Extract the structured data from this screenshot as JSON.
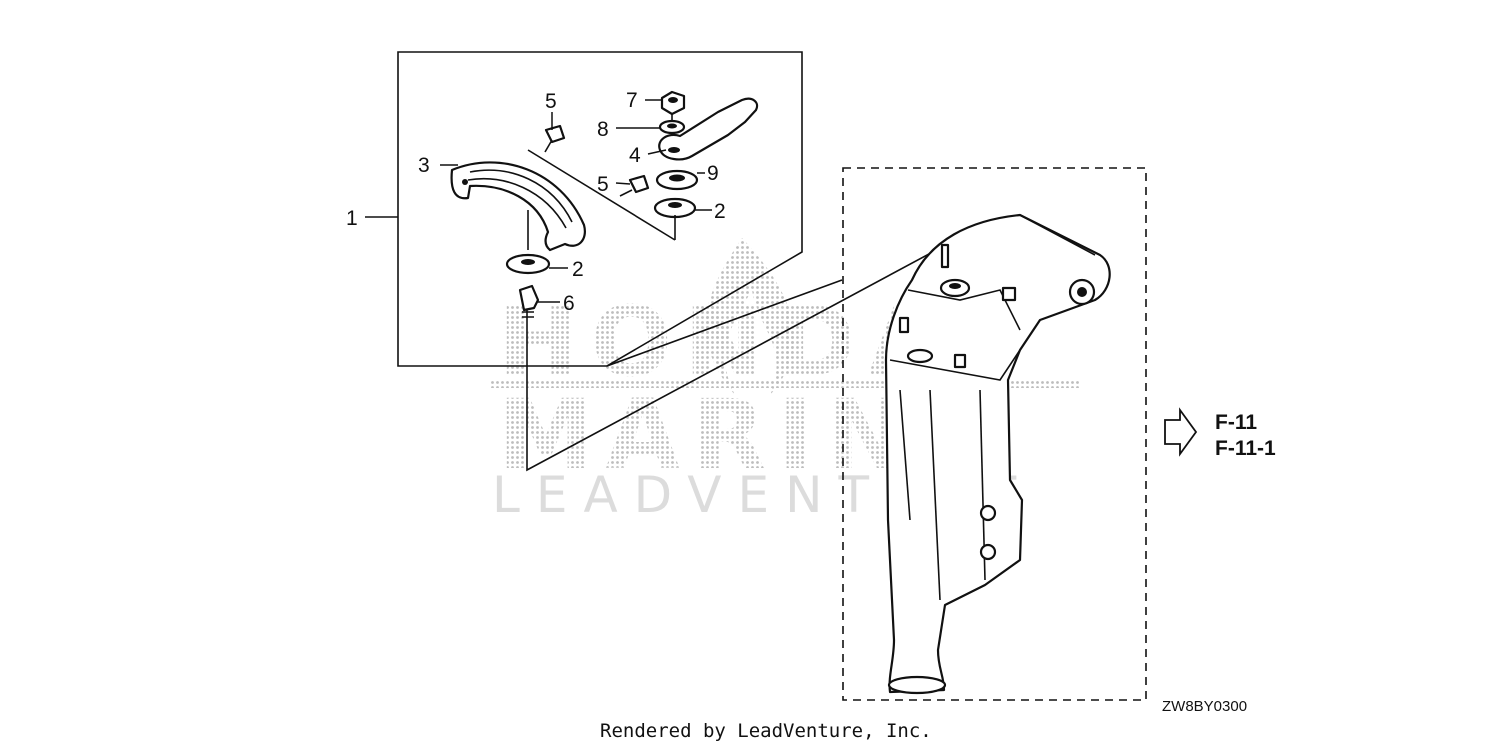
{
  "watermark": {
    "line1": "HONDA",
    "line2": "MARINE",
    "line3": "LEADVENTURE"
  },
  "callouts": {
    "c1": "1",
    "c2a": "2",
    "c2b": "2",
    "c3": "3",
    "c4": "4",
    "c5a": "5",
    "c5b": "5",
    "c6": "6",
    "c7": "7",
    "c8": "8",
    "c9": "9"
  },
  "references": {
    "ref1": "F-11",
    "ref2": "F-11-1"
  },
  "diagram_code": "ZW8BY0300",
  "footer": "Rendered by LeadVenture, Inc.",
  "colors": {
    "ink": "#111111",
    "watermark": "#c8c8c8"
  }
}
